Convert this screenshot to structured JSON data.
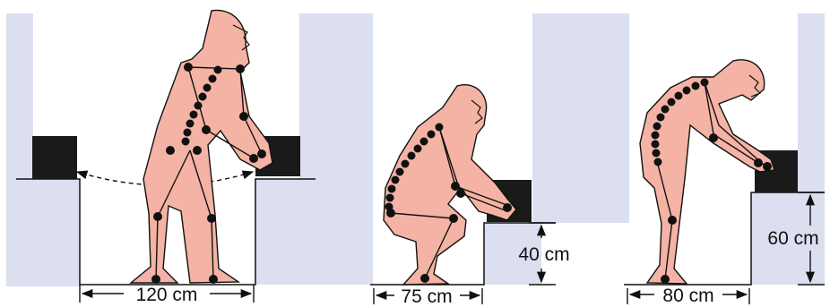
{
  "colors": {
    "background": "#ffffff",
    "wall": "#dcdff0",
    "figure_fill": "#f4b3a4",
    "outline": "#111111",
    "box": "#1a1a1a",
    "joint": "#111111"
  },
  "panels": [
    {
      "id": "panel-1",
      "posture": "standing-twist",
      "dimensions": [
        {
          "label": "120 cm"
        }
      ]
    },
    {
      "id": "panel-2",
      "posture": "squat-lift",
      "dimensions": [
        {
          "label": "75 cm"
        },
        {
          "label": "40 cm"
        }
      ]
    },
    {
      "id": "panel-3",
      "posture": "stooped-lift",
      "dimensions": [
        {
          "label": "80 cm"
        },
        {
          "label": "60 cm"
        }
      ]
    }
  ]
}
